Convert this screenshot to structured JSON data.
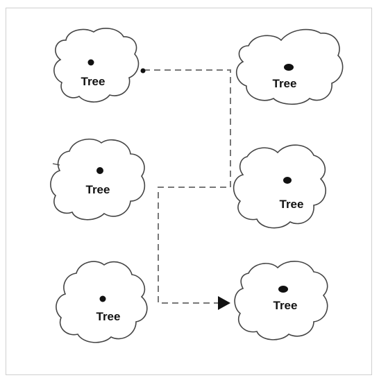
{
  "diagram": {
    "trees": [
      {
        "id": "tree-top-left",
        "label": "Tree"
      },
      {
        "id": "tree-top-right",
        "label": "Tree"
      },
      {
        "id": "tree-middle-left",
        "label": "Tree"
      },
      {
        "id": "tree-middle-right",
        "label": "Tree"
      },
      {
        "id": "tree-bottom-left",
        "label": "Tree"
      },
      {
        "id": "tree-bottom-right",
        "label": "Tree"
      }
    ],
    "path": {
      "style": "dashed",
      "start": "tree-top-left",
      "end": "tree-bottom-right",
      "color": "#777777"
    },
    "colors": {
      "outline": "#444444",
      "text": "#111111",
      "frame": "#cfcfcf"
    }
  }
}
